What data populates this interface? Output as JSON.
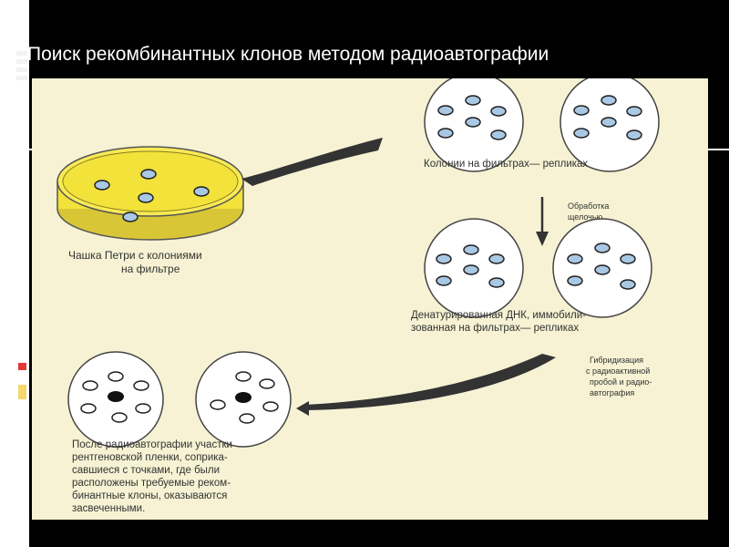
{
  "slide": {
    "title": "Поиск рекомбинантных клонов методом радиоавтографии"
  },
  "diagram": {
    "petri_label": [
      "Чашка Петри с колониями",
      "на фильтре"
    ],
    "replicas_label": "Колонии на фильтрах— репликах",
    "alkali_label": [
      "Обработка",
      "щелочью"
    ],
    "denatured_label": [
      "Денатурированная ДНК, иммобили-",
      "зованная на фильтрах— репликах"
    ],
    "hybridization_label": [
      "Гибридизация",
      "с радиоактивной",
      "пробой и радио-",
      "автография"
    ],
    "result_label": [
      "После радиоавтографии участки",
      "рентгеновской пленки, соприка-",
      "савшиеся с точками, где были",
      "расположены требуемые реком-",
      "бинантные клоны, оказываются",
      "засвеченными."
    ]
  },
  "colors": {
    "background": "#000000",
    "figure_bg": "#f6f2d3",
    "agar": "#f2e23a",
    "colony": "#a9c8e4",
    "arrow": "#333333",
    "accent_red": "#e53935",
    "accent_yellow": "#f5d76e"
  }
}
